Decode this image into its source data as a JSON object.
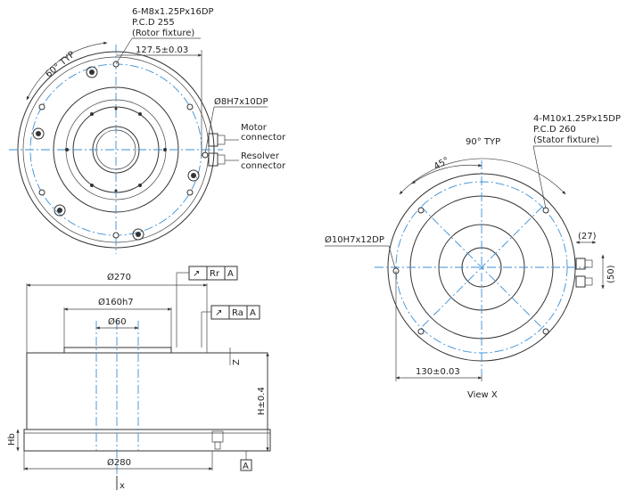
{
  "top_view": {
    "thread_callout": [
      "6-M8x1.25Px16DP",
      "P.C.D 255",
      "(Rotor fixture)"
    ],
    "dim_radius": "127.5±0.03",
    "angle_typ": "60° TYP",
    "pin_hole": "Ø8H7x10DP",
    "motor_connector": [
      "Motor",
      "connector"
    ],
    "resolver_connector": [
      "Resolver",
      "connector"
    ]
  },
  "side_view": {
    "dim_outer_top": "Ø270",
    "dim_inner": "Ø160h7",
    "dim_bore": "Ø60",
    "dim_base": "Ø280",
    "dim_height": "H±0.4",
    "dim_z": "Z",
    "dim_hb": "Hb",
    "datum": "A",
    "axis_label": "x",
    "runout_radial": {
      "symbol": "↗",
      "label": "Rr",
      "datum": "A"
    },
    "runout_axial": {
      "symbol": "↗",
      "label": "Ra",
      "datum": "A"
    }
  },
  "view_x": {
    "thread_callout": [
      "4-M10x1.25Px15DP",
      "P.C.D 260",
      "(Stator fixture)"
    ],
    "angle_typ": "90° TYP",
    "angle_45": "45°",
    "pin_hole": "Ø10H7x12DP",
    "dim_27": "(27)",
    "dim_50": "(50)",
    "dim_radius": "130±0.03",
    "caption": "View X"
  },
  "colors": {
    "centerline": "#3a8fd6",
    "outline": "#333333"
  }
}
